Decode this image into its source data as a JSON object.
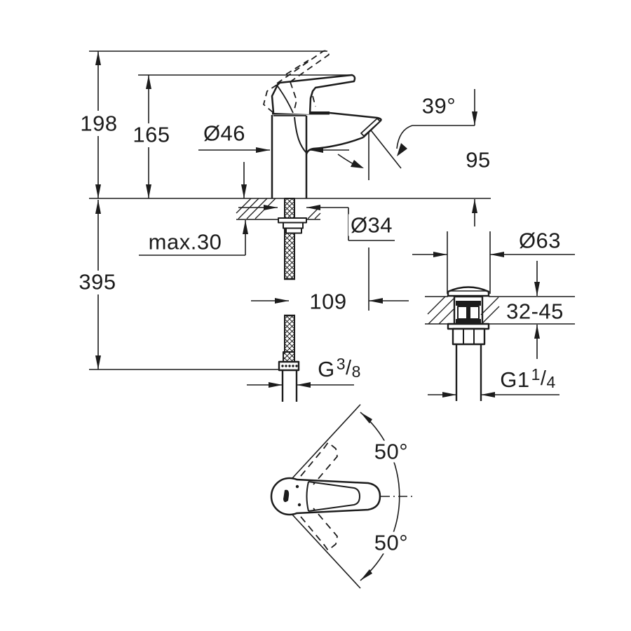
{
  "drawing_title": "faucet-technical-dimension-drawing",
  "colors": {
    "line": "#1c1c1c",
    "background": "#ffffff"
  },
  "labels": {
    "overall_height": "198",
    "spout_height": "165",
    "body_dia": "Ø46",
    "spout_angle": "39°",
    "outlet_height": "95",
    "deck_max": "max.30",
    "hole_dia": "Ø34",
    "hose_length": "395",
    "spout_reach": "109",
    "flange_dia": "Ø63",
    "counter_thickness": "32-45",
    "swivel_upper": "50°",
    "swivel_lower": "50°",
    "supply_thread": {
      "base": "G",
      "num": "3",
      "slash": "/",
      "den": "8"
    },
    "waste_thread": {
      "base": "G1",
      "num": "1",
      "slash": "/",
      "den": "4"
    }
  }
}
